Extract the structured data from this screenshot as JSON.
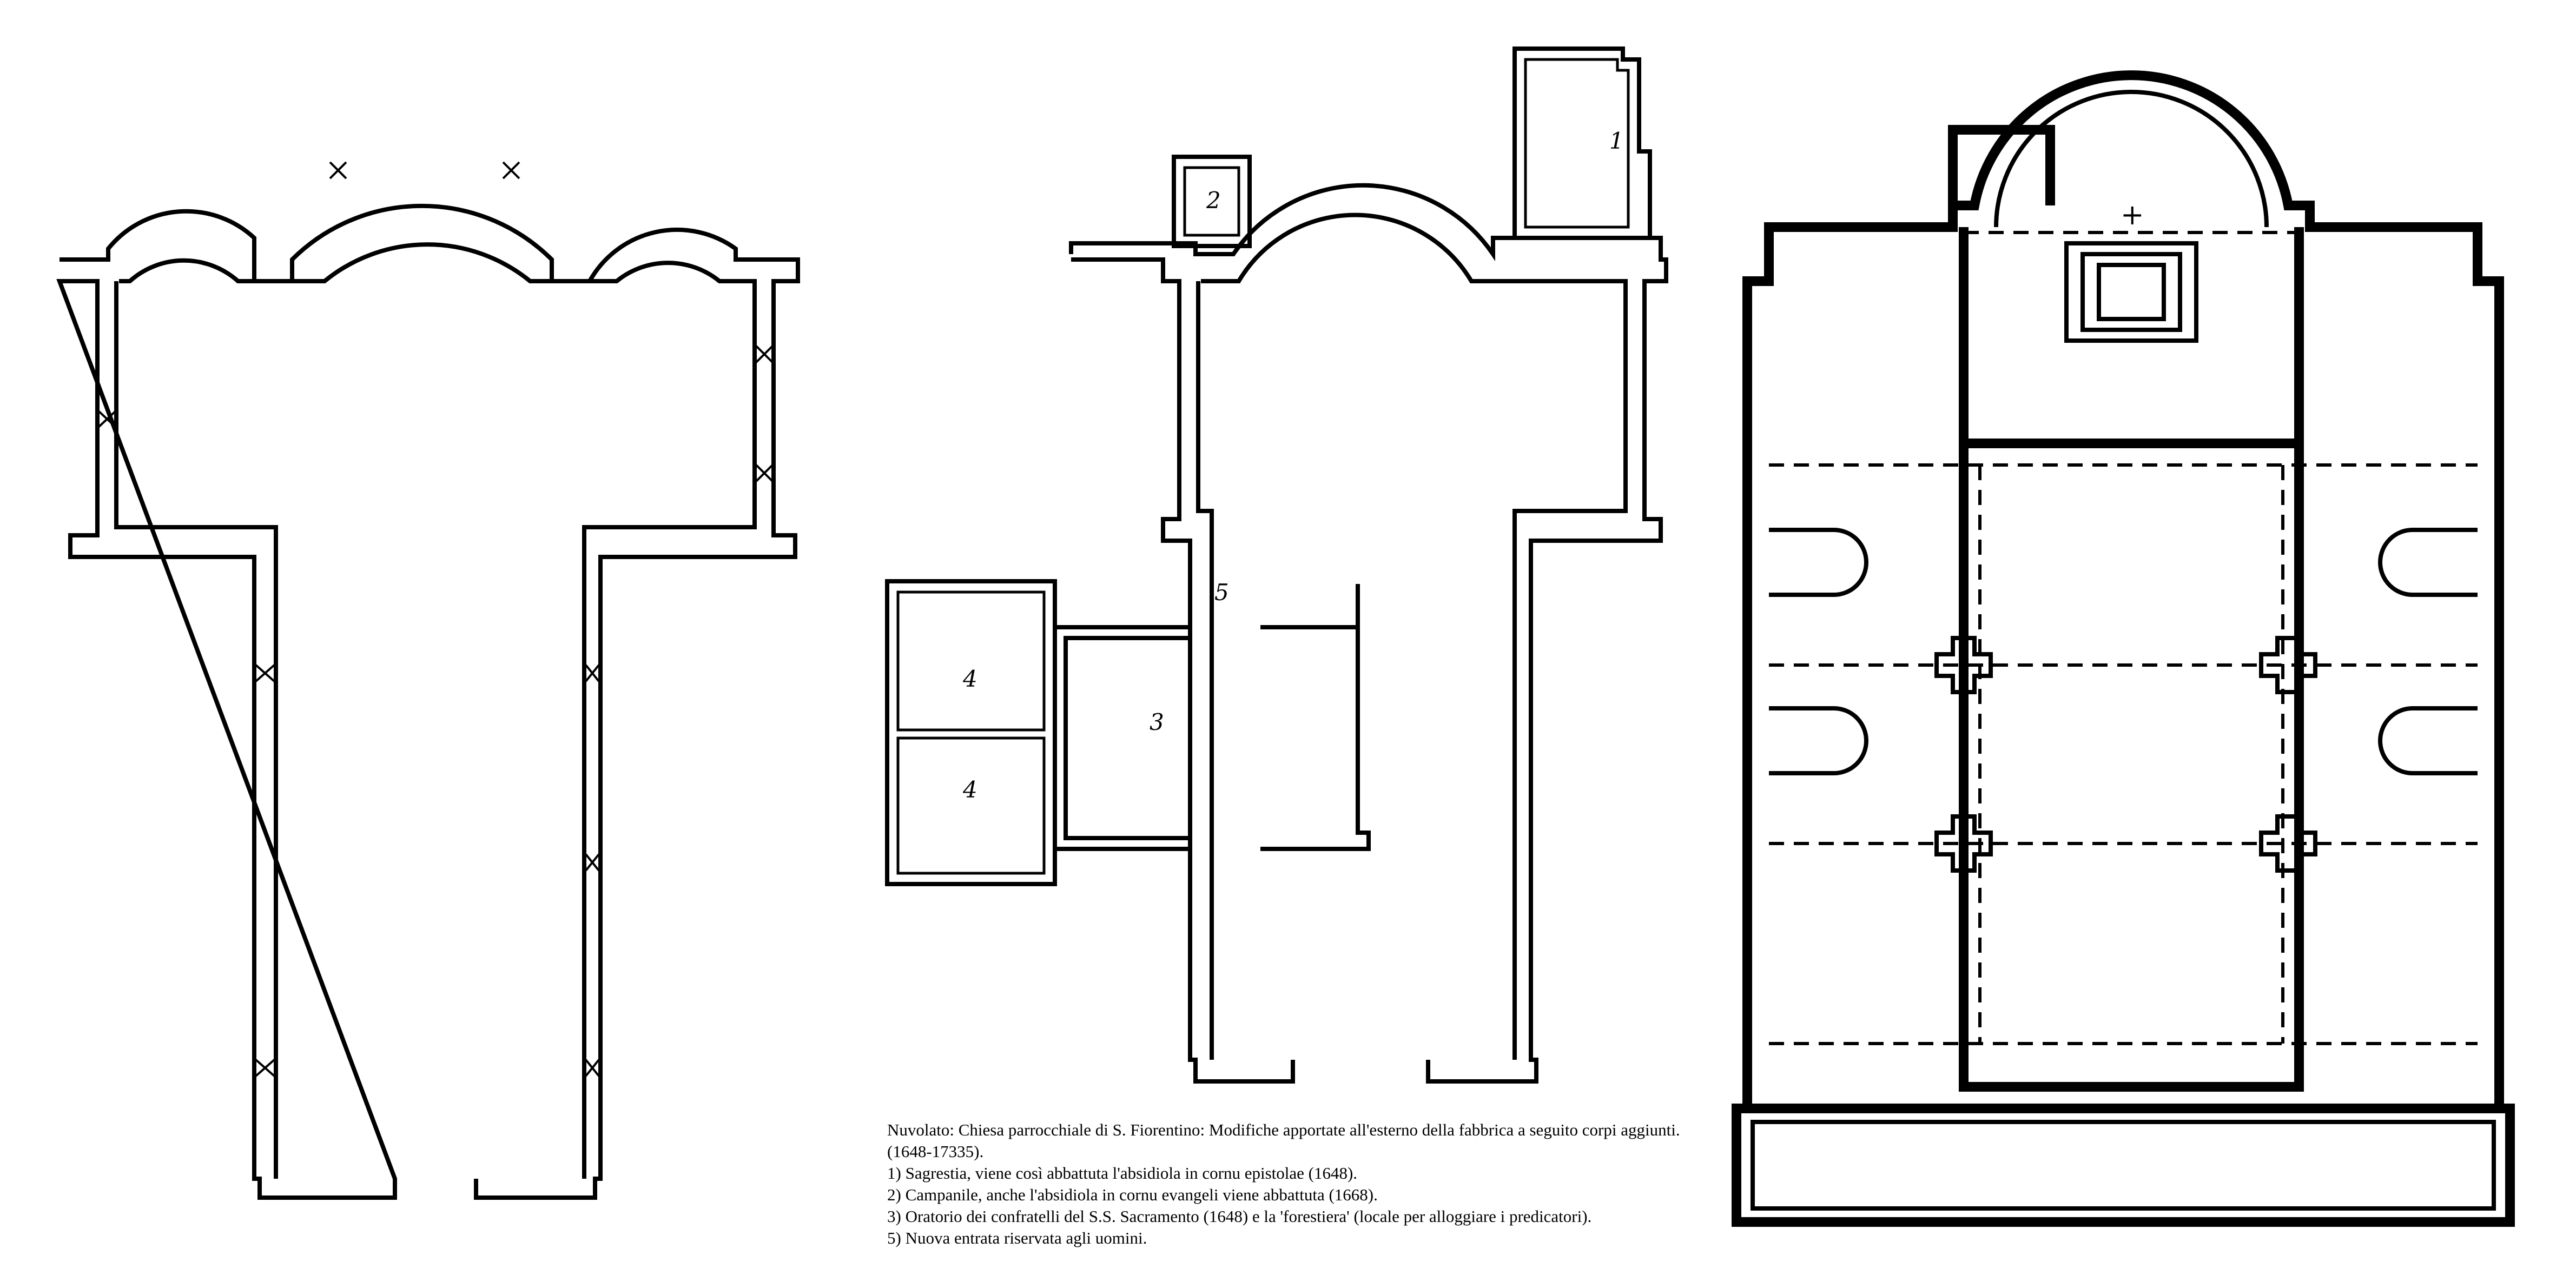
{
  "labels": {
    "room_1": "1",
    "room_2": "2",
    "room_3": "3",
    "room_4a": "4",
    "room_4b": "4",
    "room_5": "5",
    "cross": "+"
  },
  "caption": {
    "title": "Nuvolato: Chiesa parrocchiale di S. Fiorentino: Modifiche apportate all'esterno della fabbrica a seguito corpi aggiunti. (1648-17335).",
    "items": [
      "1) Sagrestia, viene così abbattuta l'absidiola in cornu epistolae (1648).",
      "2) Campanile, anche l'absidiola in cornu evangeli viene abbattuta (1668).",
      "3) Oratorio dei confratelli del S.S. Sacramento (1648) e la 'forestiera' (locale per alloggiare i predicatori).",
      "5) Nuova entrata riservata agli uomini."
    ]
  }
}
